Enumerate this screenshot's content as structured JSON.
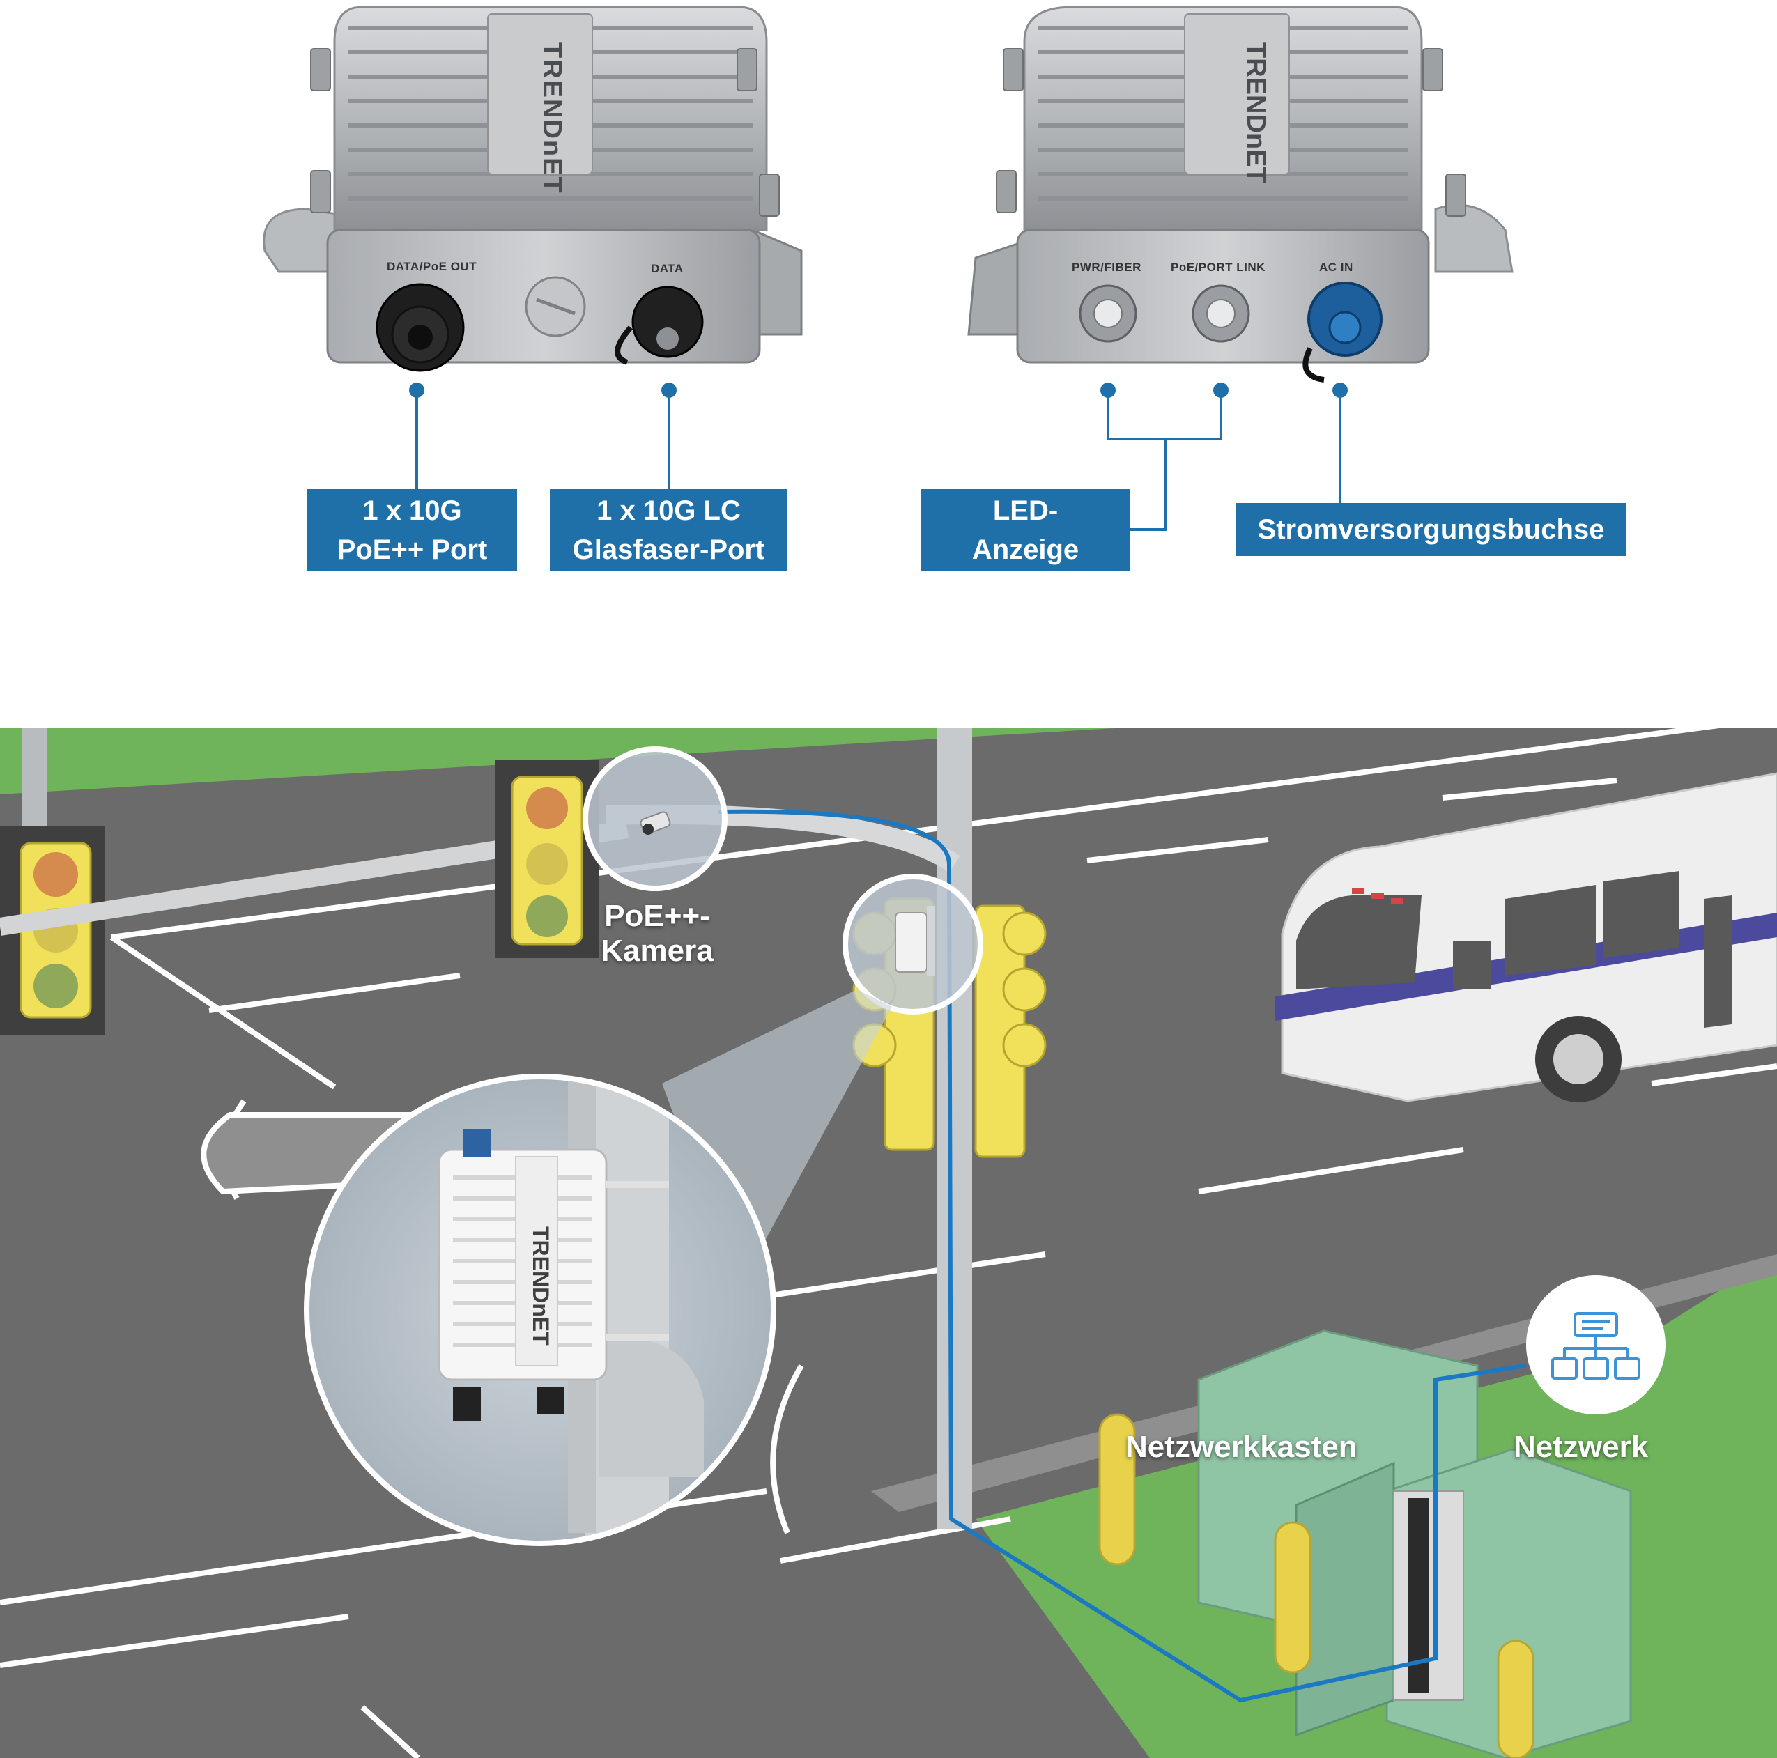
{
  "device_front": {
    "port_labels": {
      "data_poe_out": "DATA/PoE OUT",
      "data": "DATA"
    },
    "brand": "TRENDnET"
  },
  "device_back": {
    "port_labels": {
      "pwr_fiber": "PWR/FIBER",
      "poe_port_link": "PoE/PORT LINK",
      "ac_in": "AC IN"
    },
    "brand": "TRENDnET"
  },
  "callouts": {
    "poe_port": [
      "1 x 10G",
      "PoE++ Port"
    ],
    "fiber_port": [
      "1 x 10G LC",
      "Glasfaser-Port"
    ],
    "led": [
      "LED-",
      "Anzeige"
    ],
    "power_jack": "Stromversorgungsbuchse"
  },
  "scene": {
    "camera_label": [
      "PoE++-",
      "Kamera"
    ],
    "cabinet_label": "Netzwerkkasten",
    "network_label": "Netzwerk",
    "zoom_brand": "TRENDnET"
  },
  "colors": {
    "callout": "#1f6fa8",
    "road": "#6b6b6b",
    "grass": "#6fb35b",
    "cable": "#1b78c2",
    "cabinet": "#8fc4a4",
    "signal": "#f0e05a",
    "bus_stripe": "#4b4a9c"
  }
}
